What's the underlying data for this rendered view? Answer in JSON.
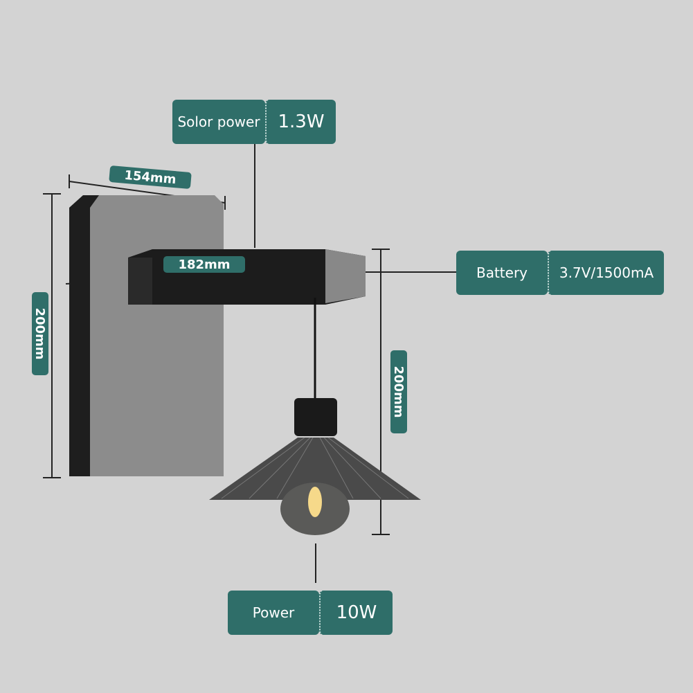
{
  "specs": {
    "solar": {
      "label": "Solor power",
      "value": "1.3W"
    },
    "battery": {
      "label": "Battery",
      "value": "3.7V/1500mA"
    },
    "power": {
      "label": "Power",
      "value": "10W"
    }
  },
  "dimensions": {
    "plate_width": "154mm",
    "arm_length": "182mm",
    "plate_height": "200mm",
    "lamp_height": "200mm"
  },
  "colors": {
    "accent": "#2f6e69",
    "background": "#d3d3d3"
  }
}
